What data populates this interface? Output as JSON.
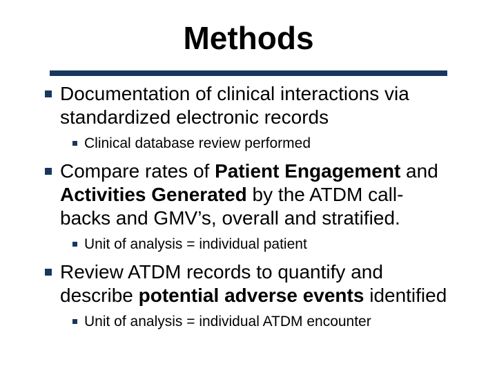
{
  "slide": {
    "title": "Methods",
    "colors": {
      "accent": "#17375e",
      "text": "#000000",
      "background": "#ffffff"
    },
    "bullets": [
      {
        "level": 1,
        "lines": [
          [
            {
              "t": "Documentation of clinical interactions via"
            }
          ],
          [
            {
              "t": "standardized electronic records"
            }
          ]
        ]
      },
      {
        "level": 2,
        "lines": [
          [
            {
              "t": "Clinical database review performed"
            }
          ]
        ]
      },
      {
        "level": 1,
        "lines": [
          [
            {
              "t": "Compare rates of "
            },
            {
              "t": "Patient Engagement",
              "b": true
            },
            {
              "t": " and"
            }
          ],
          [
            {
              "t": "Activities Generated",
              "b": true
            },
            {
              "t": " by the ATDM call-"
            }
          ],
          [
            {
              "t": "backs and GMV’s, overall and stratified."
            }
          ]
        ]
      },
      {
        "level": 2,
        "lines": [
          [
            {
              "t": "Unit of analysis = individual patient"
            }
          ]
        ]
      },
      {
        "level": 1,
        "lines": [
          [
            {
              "t": "Review ATDM records to quantify and"
            }
          ],
          [
            {
              "t": "describe "
            },
            {
              "t": "potential adverse events",
              "b": true
            },
            {
              "t": " identified"
            }
          ]
        ]
      },
      {
        "level": 2,
        "lines": [
          [
            {
              "t": "Unit of analysis = individual ATDM encounter"
            }
          ]
        ]
      }
    ]
  }
}
